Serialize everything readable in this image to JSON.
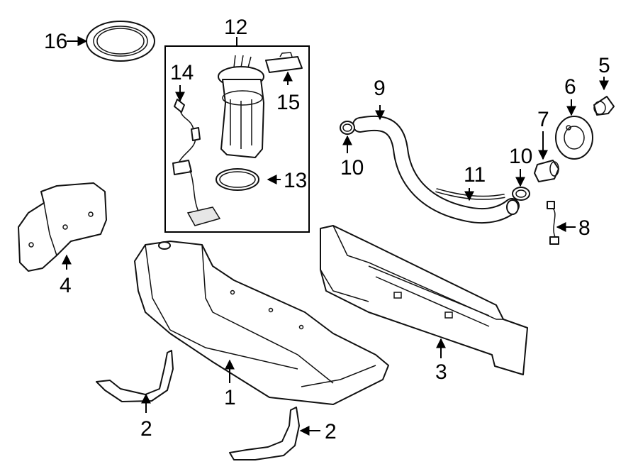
{
  "callouts": {
    "c1": "1",
    "c2a": "2",
    "c2b": "2",
    "c3": "3",
    "c4": "4",
    "c5": "5",
    "c6": "6",
    "c7": "7",
    "c8": "8",
    "c9": "9",
    "c10a": "10",
    "c10b": "10",
    "c11": "11",
    "c12": "12",
    "c13": "13",
    "c14": "14",
    "c15": "15",
    "c16": "16"
  },
  "parts": [
    {
      "id": "1",
      "name": "fuel-tank"
    },
    {
      "id": "2",
      "name": "tank-strap"
    },
    {
      "id": "3",
      "name": "skid-plate"
    },
    {
      "id": "4",
      "name": "heat-shield"
    },
    {
      "id": "5",
      "name": "fuel-cap"
    },
    {
      "id": "6",
      "name": "filler-housing"
    },
    {
      "id": "7",
      "name": "filler-neck-valve"
    },
    {
      "id": "8",
      "name": "wiring-harness"
    },
    {
      "id": "9",
      "name": "filler-hose"
    },
    {
      "id": "10",
      "name": "hose-clamp"
    },
    {
      "id": "11",
      "name": "vent-hose"
    },
    {
      "id": "12",
      "name": "fuel-pump-module-kit"
    },
    {
      "id": "13",
      "name": "pump-seal"
    },
    {
      "id": "14",
      "name": "pump-wiring"
    },
    {
      "id": "15",
      "name": "connector"
    },
    {
      "id": "16",
      "name": "lock-ring"
    }
  ]
}
